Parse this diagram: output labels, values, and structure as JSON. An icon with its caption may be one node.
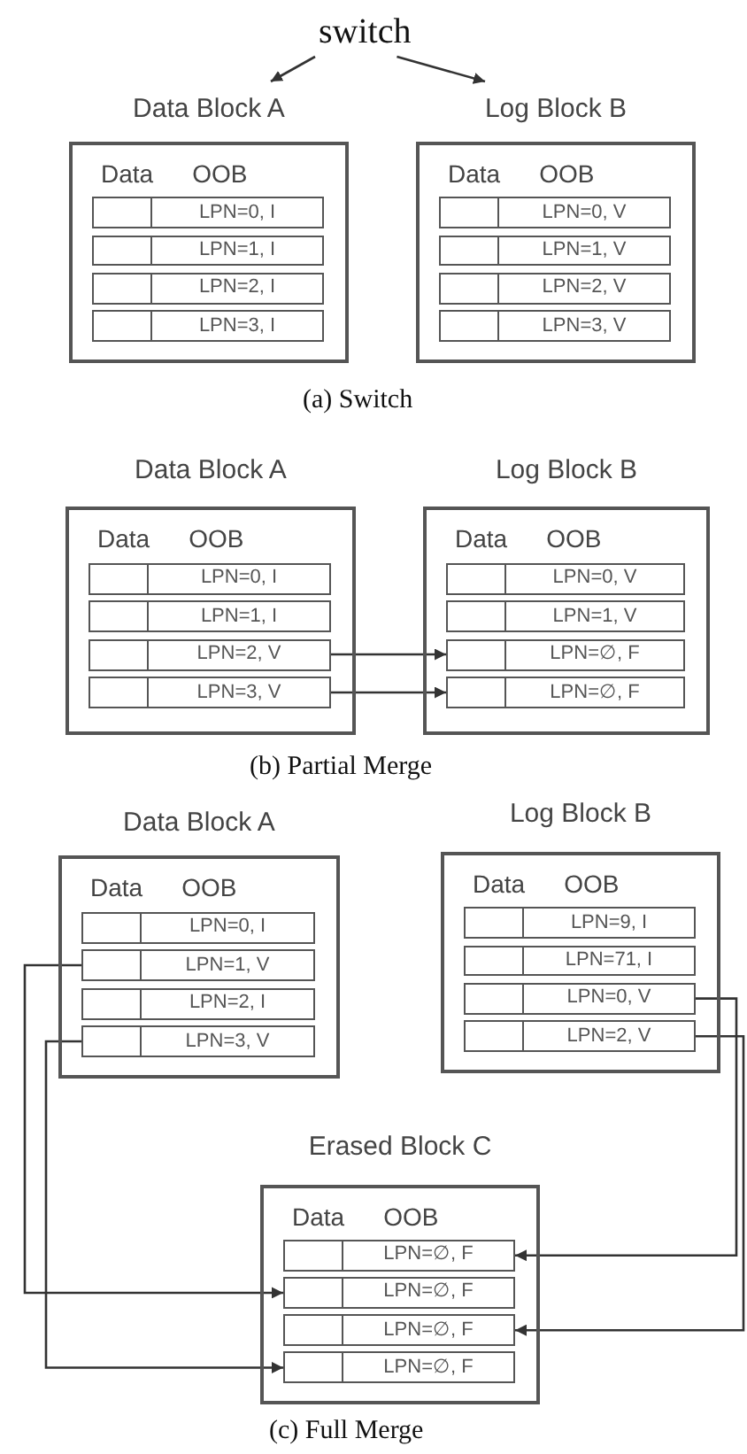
{
  "diagram": {
    "nodes": [
      {
        "text": [
          "switch"
        ]
      },
      {
        "text": [
          "Data Block A",
          "Data",
          "OOB"
        ]
      },
      {
        "text": [
          "LPN=0, I"
        ],
        "in": 1
      },
      {
        "text": [
          "LPN=1, I"
        ],
        "in": 1
      },
      {
        "text": [
          "LPN=2, I"
        ],
        "in": 1
      },
      {
        "text": [
          "LPN=3, I"
        ],
        "in": 1
      },
      {
        "text": [
          "Log Block B",
          "Data",
          "OOB"
        ]
      },
      {
        "text": [
          "LPN=0, V"
        ],
        "in": 6
      },
      {
        "text": [
          "LPN=1, V"
        ],
        "in": 6
      },
      {
        "text": [
          "LPN=2, V"
        ],
        "in": 6
      },
      {
        "text": [
          "LPN=3, V"
        ],
        "in": 6
      },
      {
        "text": [
          "Data Block A",
          "Data",
          "OOB"
        ]
      },
      {
        "text": [
          "LPN=0, I"
        ],
        "in": 11
      },
      {
        "text": [
          "LPN=1, I"
        ],
        "in": 11
      },
      {
        "text": [
          "LPN=2, V"
        ],
        "in": 11
      },
      {
        "text": [
          "LPN=3, V"
        ],
        "in": 11
      },
      {
        "text": [
          "Log Block B",
          "Data",
          "OOB"
        ]
      },
      {
        "text": [
          "LPN=0, V"
        ],
        "in": 16
      },
      {
        "text": [
          "LPN=1, V"
        ],
        "in": 16
      },
      {
        "text": [
          "LPN=∅, F"
        ],
        "in": 16
      },
      {
        "text": [
          "LPN=∅, F"
        ],
        "in": 16
      },
      {
        "text": [
          "Data Block A",
          "Data",
          "OOB"
        ]
      },
      {
        "text": [
          "LPN=0, I"
        ],
        "in": 21
      },
      {
        "text": [
          "LPN=1, V"
        ],
        "in": 21
      },
      {
        "text": [
          "LPN=2, I"
        ],
        "in": 21
      },
      {
        "text": [
          "LPN=3, V"
        ],
        "in": 21
      },
      {
        "text": [
          "Log Block B",
          "Data",
          "OOB"
        ]
      },
      {
        "text": [
          "LPN=9, I"
        ],
        "in": 26
      },
      {
        "text": [
          "LPN=71, I"
        ],
        "in": 26
      },
      {
        "text": [
          "LPN=0, V"
        ],
        "in": 26
      },
      {
        "text": [
          "LPN=2, V"
        ],
        "in": 26
      },
      {
        "text": [
          "Erased Block C",
          "Data",
          "OOB"
        ]
      },
      {
        "text": [
          "LPN=∅, F"
        ],
        "in": 31
      },
      {
        "text": [
          "LPN=∅, F"
        ],
        "in": 31
      },
      {
        "text": [
          "LPN=∅, F"
        ],
        "in": 31
      },
      {
        "text": [
          "LPN=∅, F"
        ],
        "in": 31
      }
    ],
    "edges": [
      {
        "from": 0,
        "to": 1,
        "arrow": "to"
      },
      {
        "from": 0,
        "to": 6,
        "arrow": "to"
      },
      {
        "from": 14,
        "to": 19,
        "arrow": "to"
      },
      {
        "from": 15,
        "to": 20,
        "arrow": "to"
      },
      {
        "from": 23,
        "to": 33,
        "arrow": "to"
      },
      {
        "from": 25,
        "to": 35,
        "arrow": "to"
      },
      {
        "from": 29,
        "to": 32,
        "arrow": "to"
      },
      {
        "from": 30,
        "to": 34,
        "arrow": "to"
      }
    ],
    "labels": [
      "(a) Switch",
      "(b) Partial Merge",
      "(c) Full Merge"
    ]
  }
}
